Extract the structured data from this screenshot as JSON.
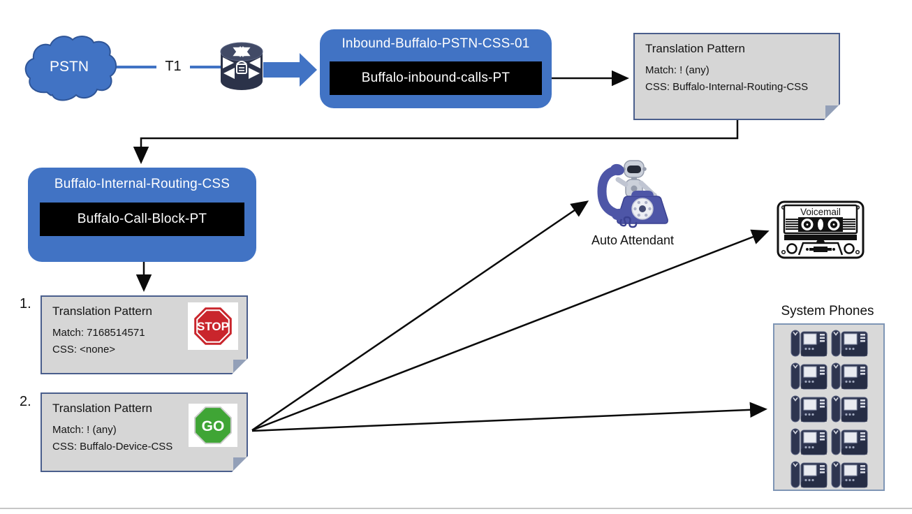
{
  "colors": {
    "accent_blue": "#4173C4",
    "cloud_outline": "#2F5597",
    "note_fill": "#D6D6D6",
    "note_border": "#4A5E8C",
    "partition_black": "#000000",
    "stop_red": "#C9252C",
    "go_green": "#3FA535",
    "connector_black": "#0A0A0A"
  },
  "pstn_cloud": {
    "label": "PSTN"
  },
  "trunk": {
    "label": "T1"
  },
  "inbound_css_box": {
    "title": "Inbound-Buffalo-PSTN-CSS-01",
    "partition": "Buffalo-inbound-calls-PT"
  },
  "inbound_translation_note": {
    "title": "Translation Pattern",
    "line1": "Match: ! (any)",
    "line2": "CSS: Buffalo-Internal-Routing-CSS"
  },
  "internal_css_box": {
    "title": "Buffalo-Internal-Routing-CSS",
    "partition": "Buffalo-Call-Block-PT"
  },
  "block_translation_note": {
    "number": "1.",
    "title": "Translation Pattern",
    "line1": "Match: 7168514571",
    "line2": "CSS: <none>",
    "sign_label": "STOP"
  },
  "allow_translation_note": {
    "number": "2.",
    "title": "Translation Pattern",
    "line1": "Match: ! (any)",
    "line2": "CSS: Buffalo-Device-CSS",
    "sign_label": "GO"
  },
  "auto_attendant": {
    "label": "Auto Attendant"
  },
  "voicemail": {
    "label": "Voicemail"
  },
  "system_phones": {
    "label": "System Phones",
    "phone_count": 10
  }
}
